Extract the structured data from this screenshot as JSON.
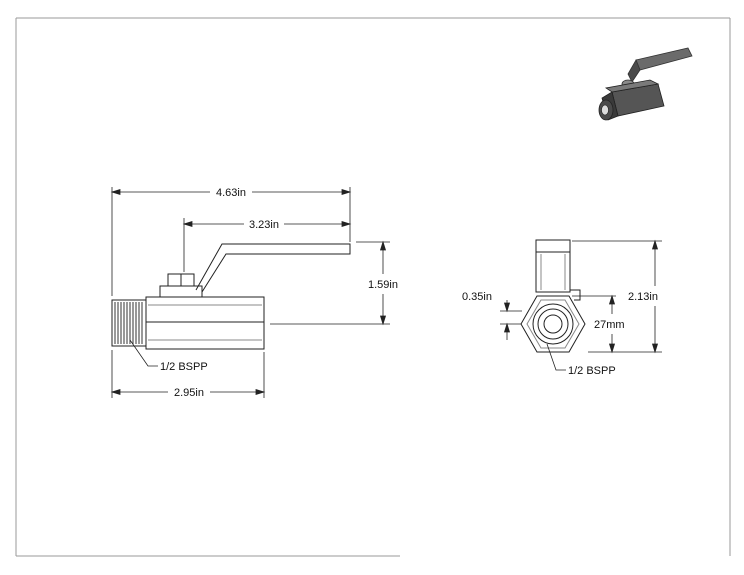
{
  "drawing": {
    "side_view": {
      "overall_length": "4.63in",
      "handle_length": "3.23in",
      "height": "1.59in",
      "thread_callout": "1/2 BSPP",
      "body_length": "2.95in"
    },
    "end_view": {
      "offset": "0.35in",
      "overall_height": "2.13in",
      "hex_size": "27mm",
      "thread_callout": "1/2 BSPP"
    }
  }
}
